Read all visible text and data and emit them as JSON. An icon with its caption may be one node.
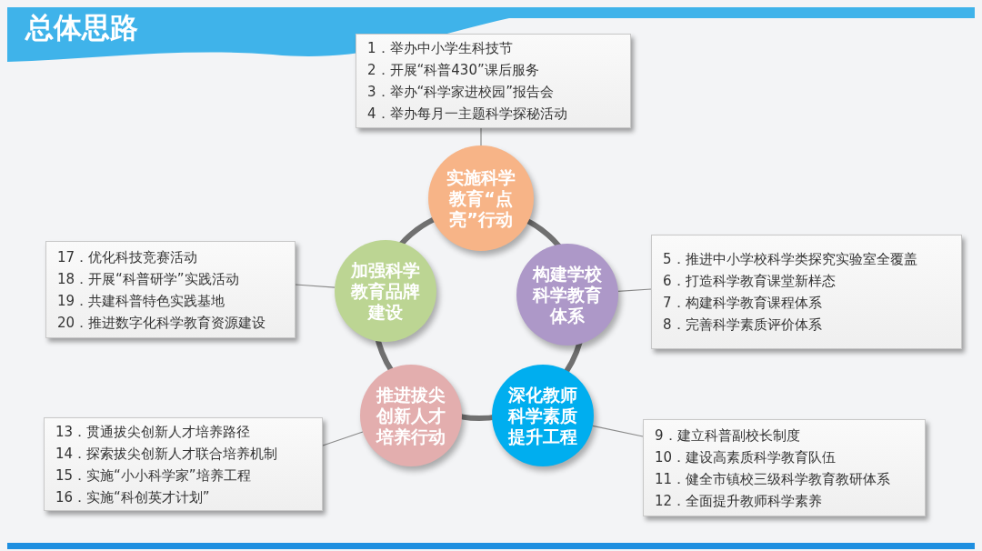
{
  "diagram": {
    "title": "总体思路",
    "nodes": [
      {
        "text": [
          "1．举办中小学生科技节",
          "2．开展“科普430”课后服务",
          "3．举办“科学家进校园”报告会",
          "4．举办每月一主题科学探秘活动"
        ]
      },
      {
        "text": [
          "实施科学教育“点亮”行动"
        ]
      },
      {
        "text": [
          "17．优化科技竞赛活动",
          "18．开展“科普研学”实践活动",
          "19．共建科普特色实践基地",
          "20．推进数字化科学教育资源建设"
        ]
      },
      {
        "text": [
          "加强科学教育品牌建设"
        ]
      },
      {
        "text": [
          "构建学校科学教育体系"
        ]
      },
      {
        "text": [
          "5．推进中小学校科学类探究实验室全覆盖",
          "6．打造科学教育课堂新样态",
          "7．构建科学教育课程体系",
          "8．完善科学素质评价体系"
        ]
      },
      {
        "text": [
          "推进拔尖创新人才培养行动"
        ]
      },
      {
        "text": [
          "深化教师科学素质提升工程"
        ]
      },
      {
        "text": [
          "13．贯通拔尖创新人才培养路径",
          "14．探索拔尖创新人才联合培养机制",
          "15．实施“小小科学家”培养工程",
          "16．实施“科创英才计划”"
        ]
      },
      {
        "text": [
          "9．建立科普副校长制度",
          "10．建设高素质科学教育队伍",
          "11．健全市镇校三级科学教育教研体系",
          "12．全面提升教师科学素养"
        ]
      }
    ],
    "edges": [
      {
        "from": 0,
        "to": 1,
        "arrow": "none"
      },
      {
        "from": 2,
        "to": 3,
        "arrow": "none"
      },
      {
        "from": 5,
        "to": 4,
        "arrow": "none"
      },
      {
        "from": 8,
        "to": 6,
        "arrow": "none"
      },
      {
        "from": 9,
        "to": 7,
        "arrow": "none"
      }
    ]
  }
}
